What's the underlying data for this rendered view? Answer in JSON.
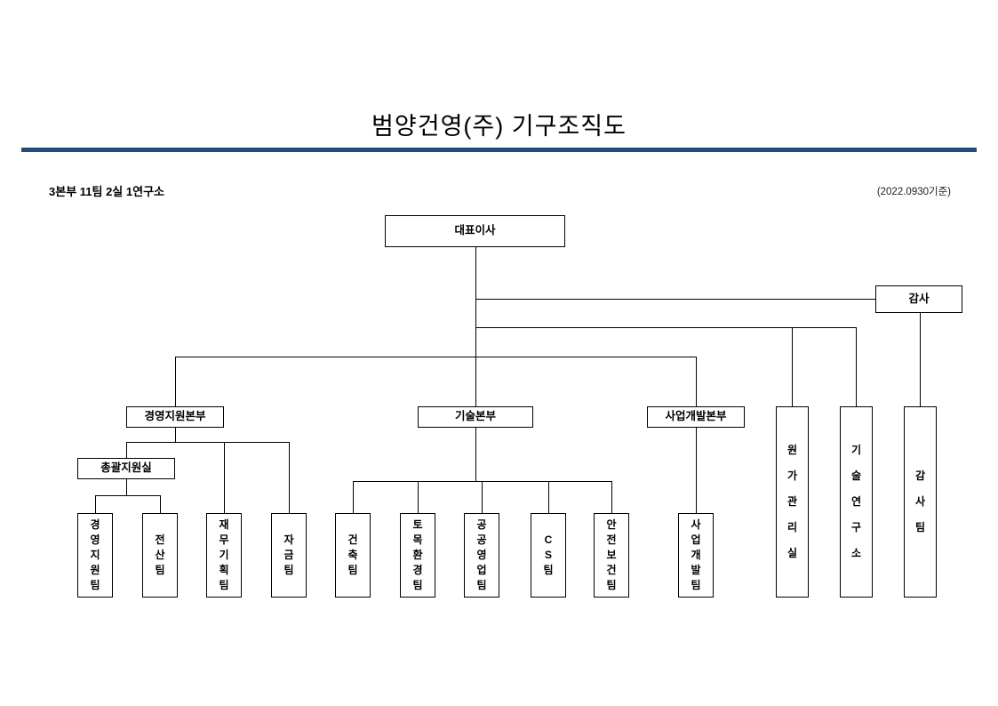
{
  "header": {
    "title": "범양건영(주) 기구조직도",
    "summary": "3본부 11팀 2실 1연구소",
    "date_note": "(2022.0930기준)"
  },
  "colors": {
    "title_rule": "#1f4e79",
    "box_border": "#000000",
    "background": "#ffffff",
    "text": "#000000"
  },
  "nodes": {
    "ceo": "대표이사",
    "auditor": "감사",
    "mgmt_support_div": "경영지원본부",
    "tech_div": "기술본부",
    "biz_dev_div": "사업개발본부",
    "general_support_office": "총괄지원실",
    "mgmt_support_team": "경영지원팀",
    "it_team": "전산팀",
    "finance_planning_team": "재무기획팀",
    "funds_team": "자금팀",
    "architecture_team": "건축팀",
    "civil_env_team": "토목환경팀",
    "public_sales_team": "공공영업팀",
    "cs_team": "CS팀",
    "safety_health_team": "안전보건팀",
    "biz_dev_team": "사업개발팀",
    "cost_mgmt_office": "원가관리실",
    "tech_research_institute": "기술연구소",
    "audit_team": "감사팀"
  }
}
